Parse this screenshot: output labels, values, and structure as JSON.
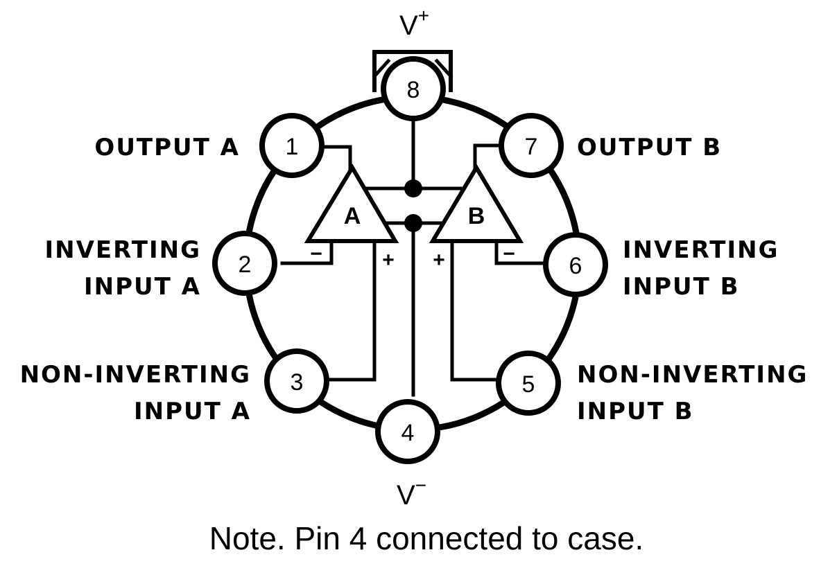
{
  "pins": {
    "p1": "1",
    "p2": "2",
    "p3": "3",
    "p4": "4",
    "p5": "5",
    "p6": "6",
    "p7": "7",
    "p8": "8"
  },
  "amps": {
    "a": "A",
    "b": "B"
  },
  "signs": {
    "minus": "−",
    "plus": "+"
  },
  "labels": {
    "output_a": "OUTPUT A",
    "output_b": "OUTPUT B",
    "inverting_a_1": "INVERTING",
    "inverting_a_2": "INPUT A",
    "inverting_b_1": "INVERTING",
    "inverting_b_2": "INPUT B",
    "noninverting_a_1": "NON-INVERTING",
    "noninverting_a_2": "INPUT A",
    "noninverting_b_1": "NON-INVERTING",
    "noninverting_b_2": "INPUT B"
  },
  "supply": {
    "vplus": "V",
    "vplus_sup": "+",
    "vminus": "V",
    "vminus_sup": "−"
  },
  "note": "Note. Pin 4 connected to case."
}
